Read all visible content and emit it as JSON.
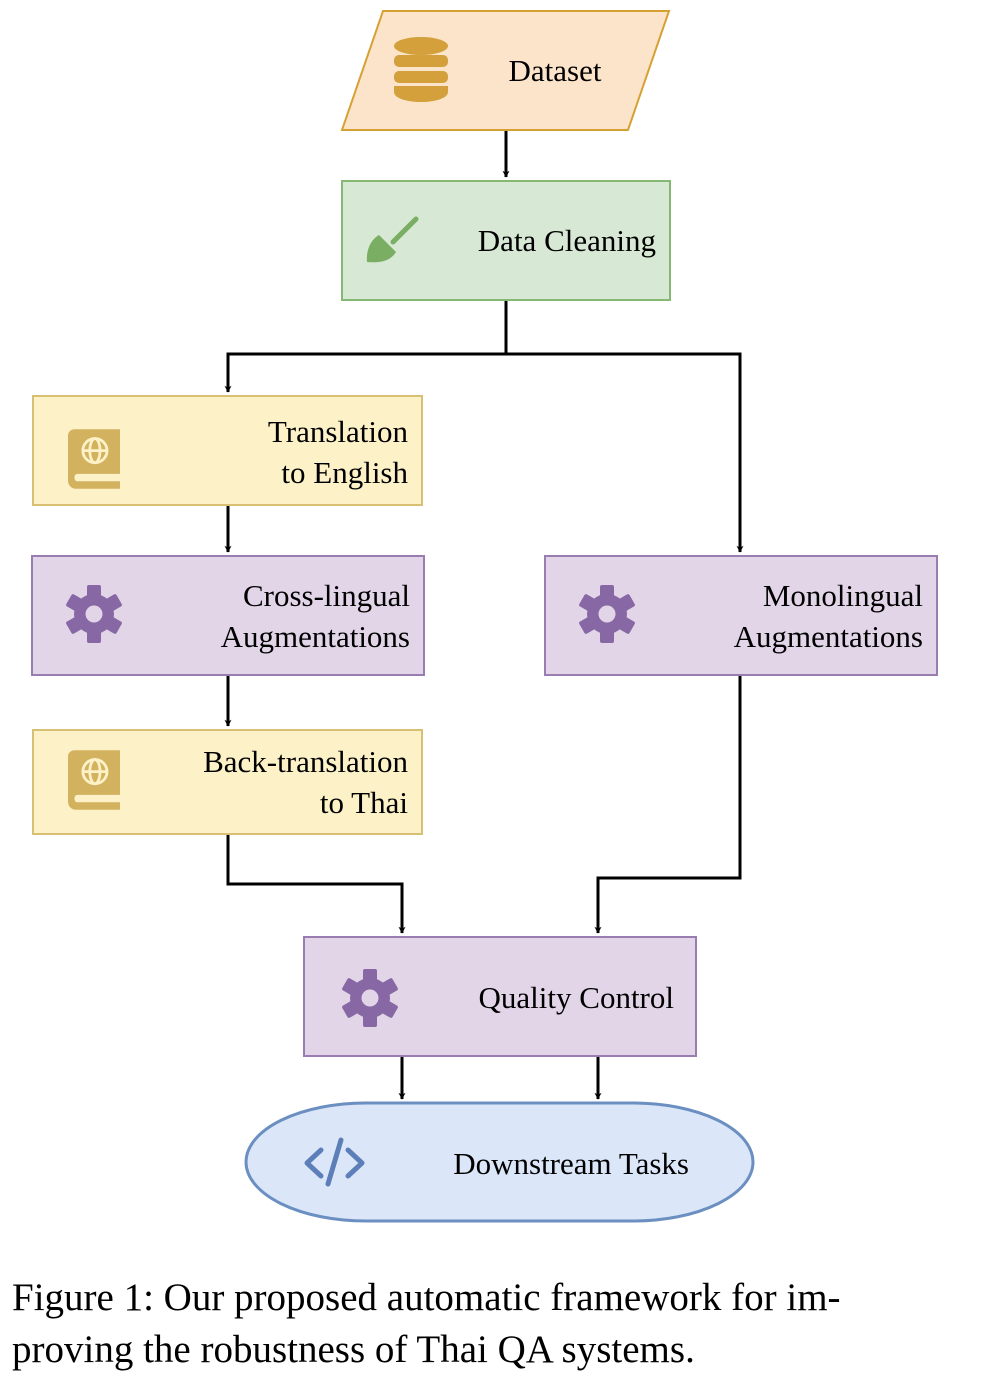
{
  "nodes": {
    "dataset": {
      "label": "Dataset",
      "icon": "database-icon"
    },
    "data_cleaning": {
      "label": "Data Cleaning",
      "icon": "broom-icon"
    },
    "translation_en": {
      "label_line1": "Translation",
      "label_line2": "to English",
      "icon": "globe-book-icon"
    },
    "cross_lingual": {
      "label_line1": "Cross-lingual",
      "label_line2": "Augmentations",
      "icon": "gear-icon"
    },
    "back_translation": {
      "label_line1": "Back-translation",
      "label_line2": "to Thai",
      "icon": "globe-book-icon"
    },
    "monolingual": {
      "label_line1": "Monolingual",
      "label_line2": "Augmentations",
      "icon": "gear-icon"
    },
    "quality_control": {
      "label": "Quality Control",
      "icon": "gear-icon"
    },
    "downstream": {
      "label": "Downstream Tasks",
      "icon": "code-icon"
    }
  },
  "caption": {
    "line1": "Figure 1: Our proposed automatic framework for im-",
    "line2": "proving the robustness of Thai QA systems."
  },
  "colors": {
    "dataset_fill": "#fbe4c9",
    "dataset_stroke": "#d6a133",
    "dataset_icon": "#d4a03c",
    "cleaning_fill": "#d7e9d5",
    "cleaning_stroke": "#86b874",
    "cleaning_icon": "#79ae63",
    "translate_fill": "#fdf1c8",
    "translate_stroke": "#d7c074",
    "translate_icon": "#d3b25f",
    "augment_fill": "#e2d5e8",
    "augment_stroke": "#9a7db0",
    "gear_icon": "#8767a4",
    "downstream_fill": "#dbe7f9",
    "downstream_stroke": "#6b8fc1",
    "code_icon": "#5d7fb9",
    "arrow": "#000000"
  }
}
